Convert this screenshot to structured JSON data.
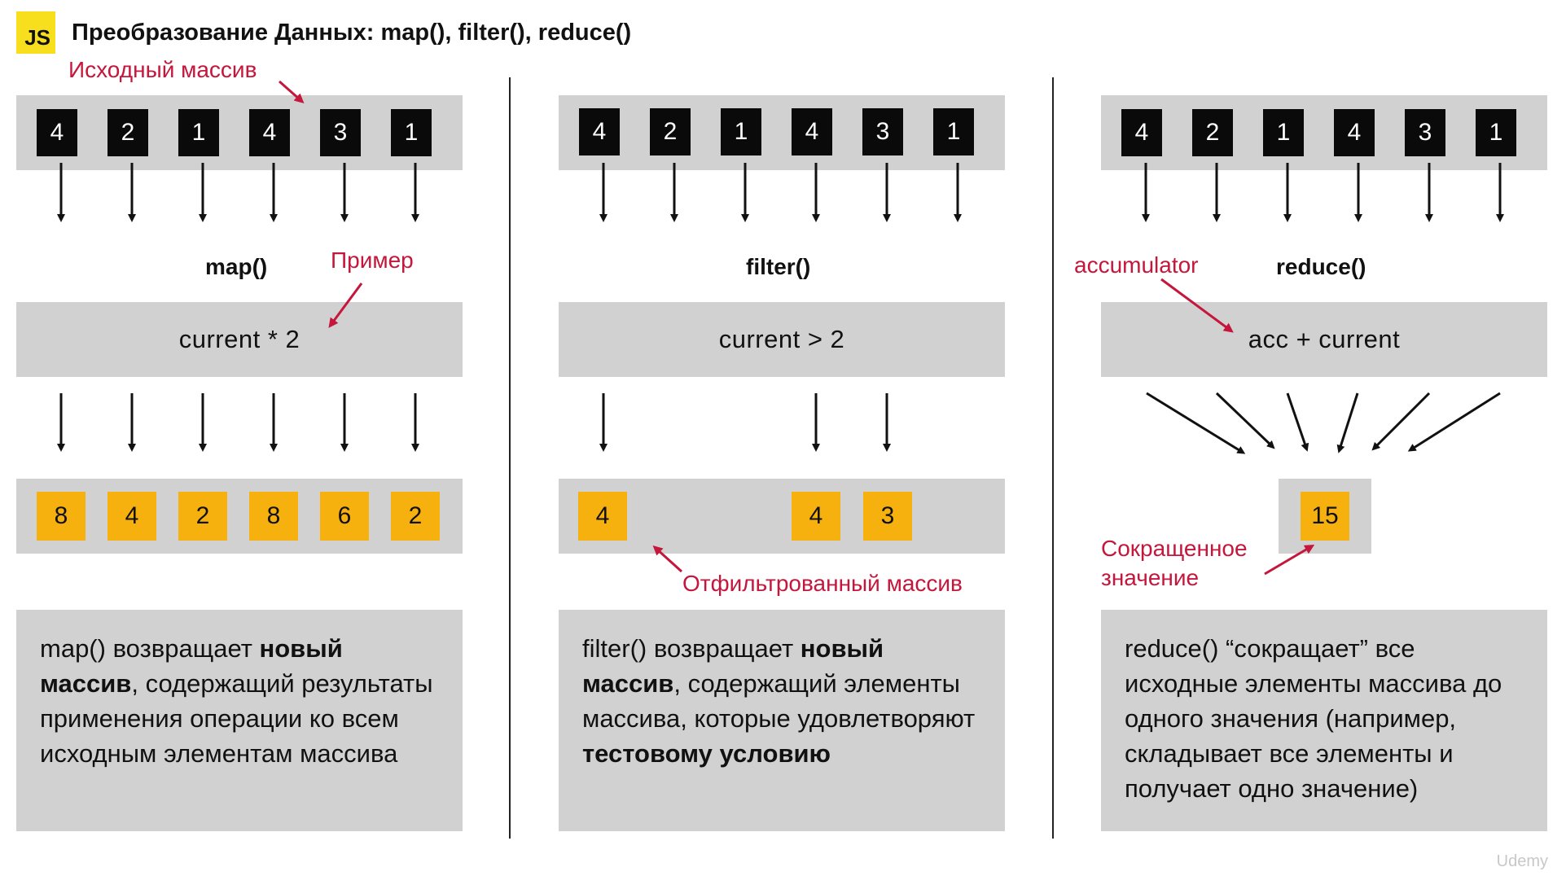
{
  "header": {
    "logo_text": "JS",
    "title": "Преобразование Данных: map(), filter(), reduce()"
  },
  "annotations": {
    "source_array": "Исходный массив",
    "example": "Пример",
    "accumulator": "accumulator",
    "filtered_array": "Отфильтрованный массив",
    "reduced_value_line1": "Сокращенное",
    "reduced_value_line2": "значение"
  },
  "source_values": [
    "4",
    "2",
    "1",
    "4",
    "3",
    "1"
  ],
  "panels": {
    "map": {
      "label": "map()",
      "expression": "current * 2",
      "results": [
        "8",
        "4",
        "2",
        "8",
        "6",
        "2"
      ],
      "desc": [
        "map() возвращает ",
        "новый",
        " ",
        "массив",
        ", содержащий результаты применения операции ко всем исходным элементам массива"
      ]
    },
    "filter": {
      "label": "filter()",
      "expression": "current > 2",
      "results": [
        "4",
        "4",
        "3"
      ],
      "desc": [
        "filter() возвращает ",
        "новый",
        " ",
        "массив",
        ", содержащий элементы массива, которые удовлетворяют ",
        "тестовому условию"
      ]
    },
    "reduce": {
      "label": "reduce()",
      "expression": "acc + current",
      "result": "15",
      "desc": "reduce() “сокращает” все исходные элементы массива до одного значения (например, складывает все элементы и получает одно значение)"
    }
  },
  "watermark": "Udemy",
  "colors": {
    "accent_red": "#c5163c",
    "panel_gray": "#d1d1d1",
    "result_yellow": "#f6b10f",
    "source_black": "#0a0a0a",
    "js_yellow": "#f7df1e"
  }
}
